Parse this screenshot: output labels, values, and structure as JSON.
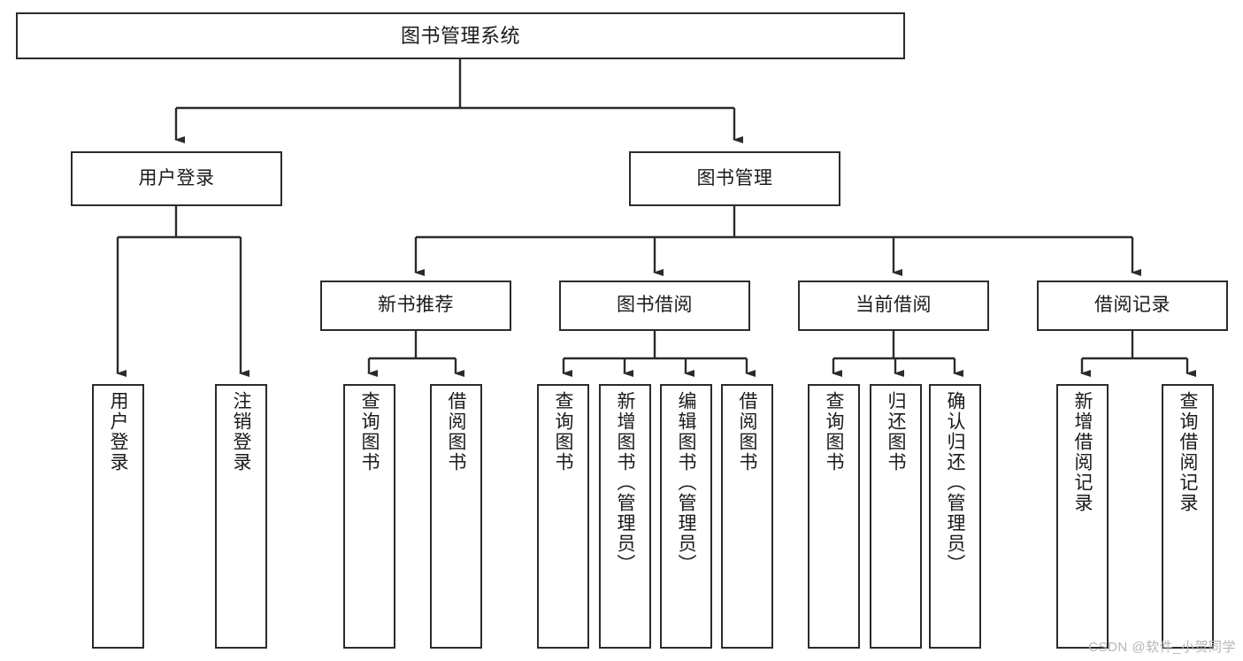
{
  "diagram": {
    "type": "tree-hierarchy",
    "title": "图书管理系统",
    "root": {
      "id": "root",
      "label": "图书管理系统"
    },
    "level2": [
      {
        "id": "user-login",
        "label": "用户登录"
      },
      {
        "id": "book-manage",
        "label": "图书管理"
      }
    ],
    "level3": [
      {
        "id": "new-book-rec",
        "label": "新书推荐",
        "parent": "book-manage"
      },
      {
        "id": "book-borrow",
        "label": "图书借阅",
        "parent": "book-manage"
      },
      {
        "id": "current-borrow",
        "label": "当前借阅",
        "parent": "book-manage"
      },
      {
        "id": "borrow-record",
        "label": "借阅记录",
        "parent": "book-manage"
      }
    ],
    "leaves": [
      {
        "id": "leaf-user-login",
        "label": "用户登录",
        "parent": "user-login"
      },
      {
        "id": "leaf-logout",
        "label": "注销登录",
        "parent": "user-login"
      },
      {
        "id": "leaf-query-book-1",
        "label": "查询图书",
        "parent": "new-book-rec"
      },
      {
        "id": "leaf-borrow-book-1",
        "label": "借阅图书",
        "parent": "new-book-rec"
      },
      {
        "id": "leaf-query-book-2",
        "label": "查询图书",
        "parent": "book-borrow"
      },
      {
        "id": "leaf-add-book",
        "label": "新增图书（管理员）",
        "parent": "book-borrow"
      },
      {
        "id": "leaf-edit-book",
        "label": "编辑图书（管理员）",
        "parent": "book-borrow"
      },
      {
        "id": "leaf-borrow-book-2",
        "label": "借阅图书",
        "parent": "book-borrow"
      },
      {
        "id": "leaf-query-book-3",
        "label": "查询图书",
        "parent": "current-borrow"
      },
      {
        "id": "leaf-return-book",
        "label": "归还图书",
        "parent": "current-borrow"
      },
      {
        "id": "leaf-confirm-return",
        "label": "确认归还（管理员）",
        "parent": "current-borrow"
      },
      {
        "id": "leaf-add-record",
        "label": "新增借阅记录",
        "parent": "borrow-record"
      },
      {
        "id": "leaf-query-record",
        "label": "查询借阅记录",
        "parent": "borrow-record"
      }
    ],
    "watermark": "CSDN @软件_小贺同学",
    "colors": {
      "stroke": "#2b2b2b",
      "fill": "#ffffff",
      "text": "#1a1a1a",
      "watermark": "#b6b6b6"
    }
  }
}
